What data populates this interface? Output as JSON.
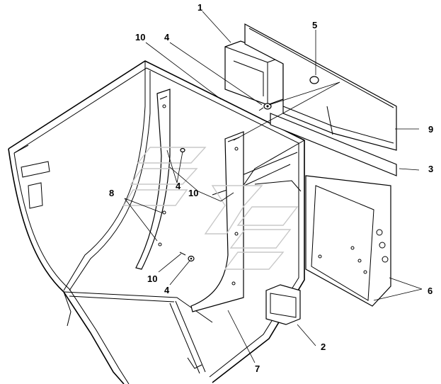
{
  "diagram": {
    "callouts": [
      {
        "id": "c1",
        "text": "1"
      },
      {
        "id": "c10a",
        "text": "10"
      },
      {
        "id": "c4a",
        "text": "4"
      },
      {
        "id": "c5",
        "text": "5"
      },
      {
        "id": "c9",
        "text": "9"
      },
      {
        "id": "c3",
        "text": "3"
      },
      {
        "id": "c4b",
        "text": "4"
      },
      {
        "id": "c10b",
        "text": "10"
      },
      {
        "id": "c8",
        "text": "8"
      },
      {
        "id": "c10c",
        "text": "10"
      },
      {
        "id": "c4c",
        "text": "4"
      },
      {
        "id": "c6",
        "text": "6"
      },
      {
        "id": "c2",
        "text": "2"
      },
      {
        "id": "c7",
        "text": "7"
      }
    ]
  },
  "colors": {
    "line": "#000000",
    "background": "#ffffff",
    "watermark": "#c8c8c8"
  }
}
